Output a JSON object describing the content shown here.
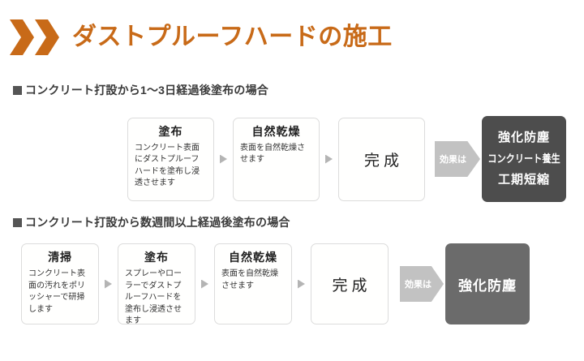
{
  "header": {
    "title": "ダストプルーフハードの施工",
    "accent_color": "#C86A18",
    "chevron_icon": "double-chevron-right"
  },
  "sections": [
    {
      "heading": "■コンクリート打設から1〜3日経過後塗布の場合",
      "heading_text": "コンクリート打設から1〜3日経過後塗布の場合",
      "steps": [
        {
          "title": "塗布",
          "body": "コンクリート表面にダストプルーフハードを塗布し浸透させます"
        },
        {
          "title": "自然乾燥",
          "body": "表面を自然乾燥させます"
        }
      ],
      "done_label": "完成",
      "effect_label": "効果は",
      "result_lines": [
        "強化防塵",
        "コンクリート養生",
        "工期短縮"
      ],
      "result_color": "#4d4d4d"
    },
    {
      "heading": "■コンクリート打設から数週間以上経過後塗布の場合",
      "heading_text": "コンクリート打設から数週間以上経過後塗布の場合",
      "steps": [
        {
          "title": "清掃",
          "body": "コンクリート表面の汚れをポリッシャーで研掃します"
        },
        {
          "title": "塗布",
          "body": "スプレーやローラーでダストプルーフハードを塗布し浸透させます"
        },
        {
          "title": "自然乾燥",
          "body": "表面を自然乾燥させます"
        }
      ],
      "done_label": "完成",
      "effect_label": "効果は",
      "result_lines": [
        "強化防塵"
      ],
      "result_color": "#6b6b6b"
    }
  ]
}
